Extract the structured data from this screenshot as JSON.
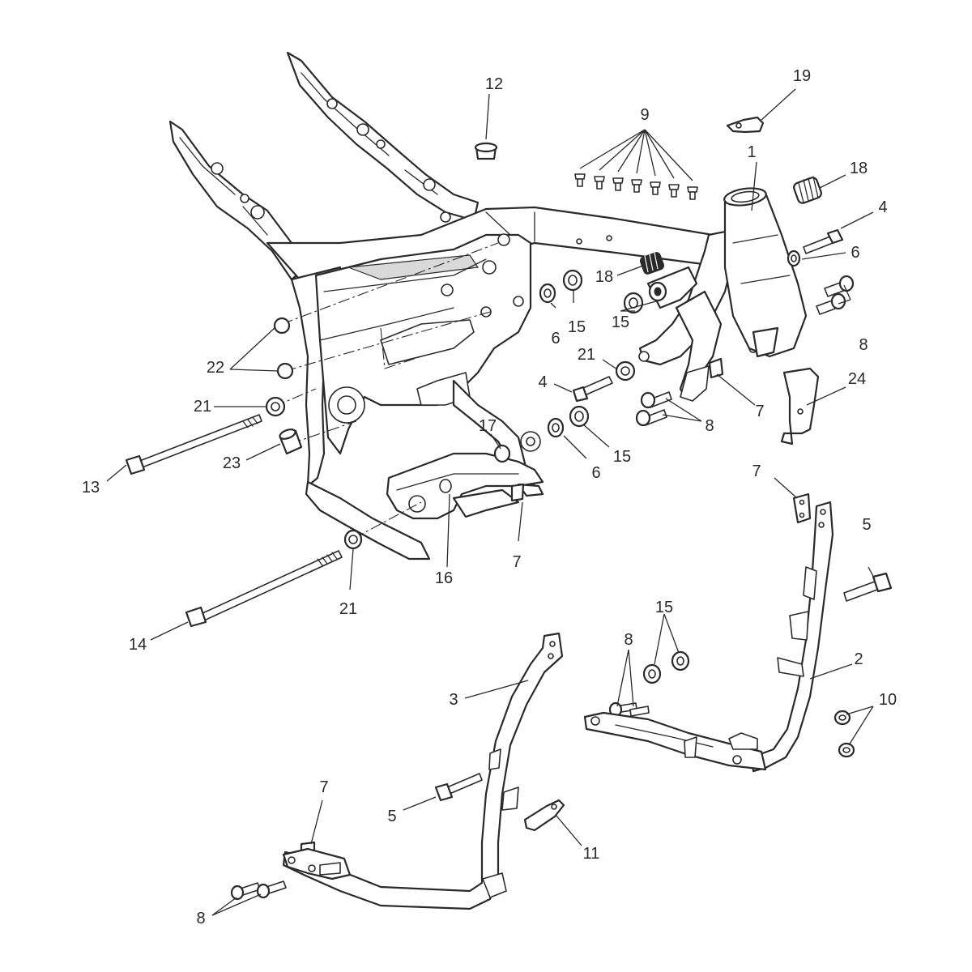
{
  "callouts": {
    "c1": "1",
    "c2": "2",
    "c3": "3",
    "c4a": "4",
    "c4b": "4",
    "c5a": "5",
    "c5b": "5",
    "c6a": "6",
    "c6b": "6",
    "c6c": "6",
    "c7a": "7",
    "c7b": "7",
    "c7c": "7",
    "c7d": "7",
    "c8a": "8",
    "c8b": "8",
    "c8c": "8",
    "c8d": "8",
    "c9": "9",
    "c10": "10",
    "c11": "11",
    "c12": "12",
    "c13": "13",
    "c14": "14",
    "c15a": "15",
    "c15b": "15",
    "c15c": "15",
    "c15d": "15",
    "c16": "16",
    "c17": "17",
    "c18a": "18",
    "c18b": "18",
    "c19": "19",
    "c21a": "21",
    "c21b": "21",
    "c21c": "21",
    "c22": "22",
    "c23": "23",
    "c24": "24"
  }
}
